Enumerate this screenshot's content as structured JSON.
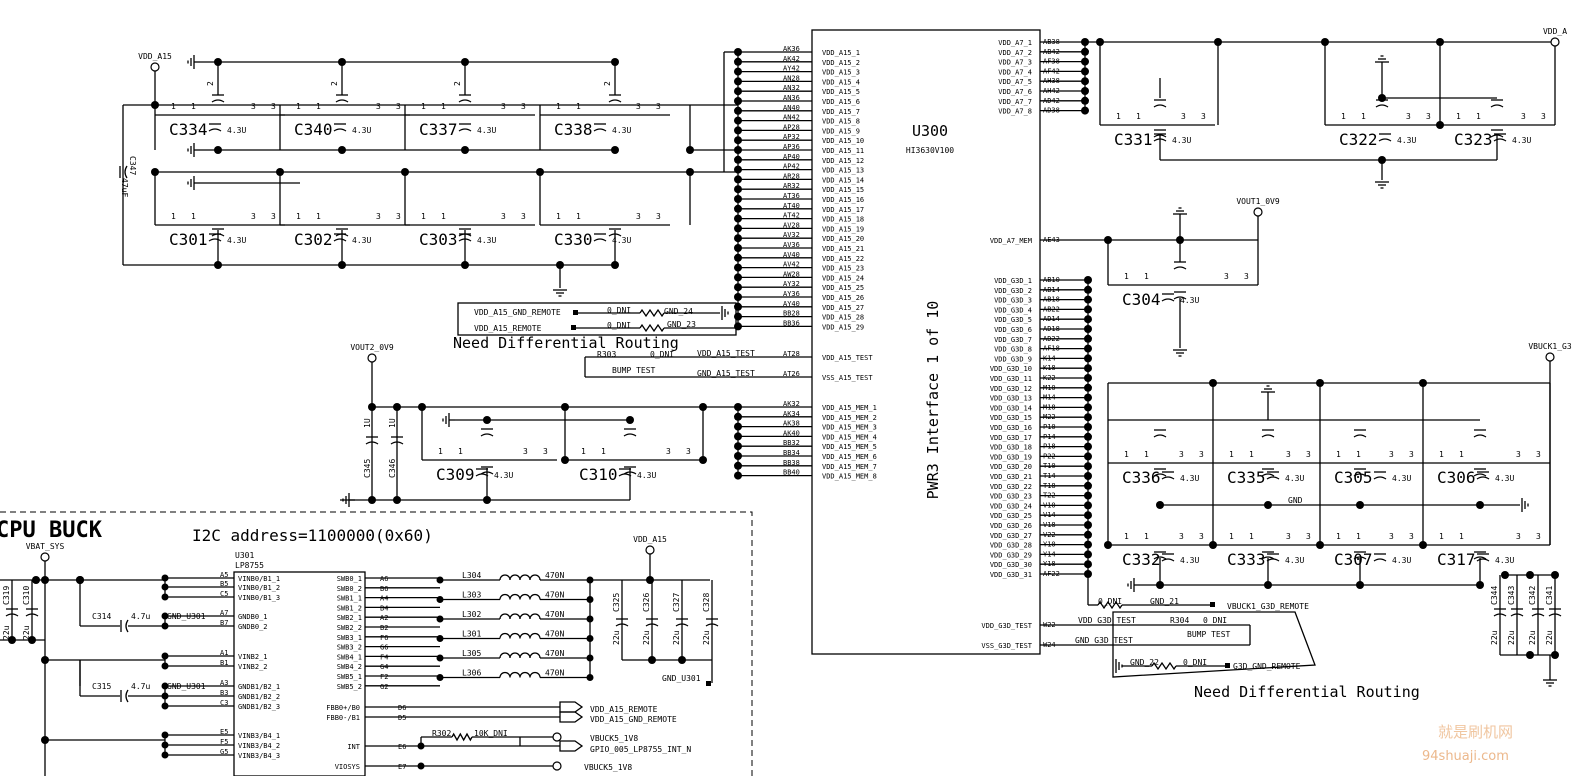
{
  "chip": {
    "name": "U300",
    "part": "HI3630V100",
    "title": "PWR3 Interface 1 of 10",
    "left_pins": [
      {
        "ball": "AK36",
        "net": "VDD_A15_1"
      },
      {
        "ball": "AK42",
        "net": "VDD_A15_2"
      },
      {
        "ball": "AY42",
        "net": "VDD_A15_3"
      },
      {
        "ball": "AN28",
        "net": "VDD_A15_4"
      },
      {
        "ball": "AN32",
        "net": "VDD_A15_5"
      },
      {
        "ball": "AN36",
        "net": "VDD_A15_6"
      },
      {
        "ball": "AN40",
        "net": "VDD_A15_7"
      },
      {
        "ball": "AN42",
        "net": "VDD_A15_8"
      },
      {
        "ball": "AP28",
        "net": "VDD_A15_9"
      },
      {
        "ball": "AP32",
        "net": "VDD_A15_10"
      },
      {
        "ball": "AP36",
        "net": "VDD_A15_11"
      },
      {
        "ball": "AP40",
        "net": "VDD_A15_12"
      },
      {
        "ball": "AP42",
        "net": "VDD_A15_13"
      },
      {
        "ball": "AR28",
        "net": "VDD_A15_14"
      },
      {
        "ball": "AR32",
        "net": "VDD_A15_15"
      },
      {
        "ball": "AT36",
        "net": "VDD_A15_16"
      },
      {
        "ball": "AT40",
        "net": "VDD_A15_17"
      },
      {
        "ball": "AT42",
        "net": "VDD_A15_18"
      },
      {
        "ball": "AV28",
        "net": "VDD_A15_19"
      },
      {
        "ball": "AV32",
        "net": "VDD_A15_20"
      },
      {
        "ball": "AV36",
        "net": "VDD_A15_21"
      },
      {
        "ball": "AV40",
        "net": "VDD_A15_22"
      },
      {
        "ball": "AV42",
        "net": "VDD_A15_23"
      },
      {
        "ball": "AW28",
        "net": "VDD_A15_24"
      },
      {
        "ball": "AY32",
        "net": "VDD_A15_25"
      },
      {
        "ball": "AY36",
        "net": "VDD_A15_26"
      },
      {
        "ball": "AY40",
        "net": "VDD_A15_27"
      },
      {
        "ball": "BB28",
        "net": "VDD_A15_28"
      },
      {
        "ball": "BB36",
        "net": "VDD_A15_29"
      }
    ],
    "test_pins": [
      {
        "ball": "AT28",
        "net": "VDD_A15_TEST"
      },
      {
        "ball": "AT26",
        "net": "VSS_A15_TEST"
      }
    ],
    "mem_pins": [
      {
        "ball": "AK32",
        "net": "VDD_A15_MEM_1"
      },
      {
        "ball": "AK34",
        "net": "VDD_A15_MEM_2"
      },
      {
        "ball": "AK38",
        "net": "VDD_A15_MEM_3"
      },
      {
        "ball": "AK40",
        "net": "VDD_A15_MEM_4"
      },
      {
        "ball": "BB32",
        "net": "VDD_A15_MEM_5"
      },
      {
        "ball": "BB34",
        "net": "VDD_A15_MEM_6"
      },
      {
        "ball": "BB38",
        "net": "VDD_A15_MEM_7"
      },
      {
        "ball": "BB40",
        "net": "VDD_A15_MEM_8"
      }
    ],
    "a7_pins": [
      {
        "ball": "AB38",
        "net": "VDD_A7_1"
      },
      {
        "ball": "AB42",
        "net": "VDD_A7_2"
      },
      {
        "ball": "AF38",
        "net": "VDD_A7_3"
      },
      {
        "ball": "AF42",
        "net": "VDD_A7_4"
      },
      {
        "ball": "AH38",
        "net": "VDD_A7_5"
      },
      {
        "ball": "AH42",
        "net": "VDD_A7_6"
      },
      {
        "ball": "AD42",
        "net": "VDD_A7_7"
      },
      {
        "ball": "AD38",
        "net": "VDD_A7_8"
      }
    ],
    "a7_mem_pin": {
      "ball": "AE43",
      "net": "VDD_A7_MEM"
    },
    "g3d_pins": [
      {
        "ball": "AB10",
        "net": "VDD_G3D_1"
      },
      {
        "ball": "AB14",
        "net": "VDD_G3D_2"
      },
      {
        "ball": "AB18",
        "net": "VDD_G3D_3"
      },
      {
        "ball": "AB22",
        "net": "VDD_G3D_4"
      },
      {
        "ball": "AD14",
        "net": "VDD_G3D_5"
      },
      {
        "ball": "AD18",
        "net": "VDD_G3D_6"
      },
      {
        "ball": "AD22",
        "net": "VDD_G3D_7"
      },
      {
        "ball": "AF18",
        "net": "VDD_G3D_8"
      },
      {
        "ball": "K14",
        "net": "VDD_G3D_9"
      },
      {
        "ball": "K18",
        "net": "VDD_G3D_10"
      },
      {
        "ball": "K22",
        "net": "VDD_G3D_11"
      },
      {
        "ball": "M10",
        "net": "VDD_G3D_12"
      },
      {
        "ball": "M14",
        "net": "VDD_G3D_13"
      },
      {
        "ball": "M18",
        "net": "VDD_G3D_14"
      },
      {
        "ball": "M22",
        "net": "VDD_G3D_15"
      },
      {
        "ball": "P10",
        "net": "VDD_G3D_16"
      },
      {
        "ball": "P14",
        "net": "VDD_G3D_17"
      },
      {
        "ball": "P18",
        "net": "VDD_G3D_18"
      },
      {
        "ball": "P22",
        "net": "VDD_G3D_19"
      },
      {
        "ball": "T10",
        "net": "VDD_G3D_20"
      },
      {
        "ball": "T14",
        "net": "VDD_G3D_21"
      },
      {
        "ball": "T18",
        "net": "VDD_G3D_22"
      },
      {
        "ball": "T22",
        "net": "VDD_G3D_23"
      },
      {
        "ball": "V10",
        "net": "VDD_G3D_24"
      },
      {
        "ball": "V14",
        "net": "VDD_G3D_25"
      },
      {
        "ball": "V18",
        "net": "VDD_G3D_26"
      },
      {
        "ball": "V22",
        "net": "VDD_G3D_27"
      },
      {
        "ball": "Y10",
        "net": "VDD_G3D_28"
      },
      {
        "ball": "Y14",
        "net": "VDD_G3D_29"
      },
      {
        "ball": "Y18",
        "net": "VDD_G3D_30"
      },
      {
        "ball": "AF22",
        "net": "VDD_G3D_31"
      }
    ],
    "g3d_test_pins": [
      {
        "ball": "W22",
        "net": "VDD_G3D_TEST"
      },
      {
        "ball": "W24",
        "net": "VSS_G3D_TEST"
      }
    ]
  },
  "nets": {
    "vdd_a15": "VDD_A15",
    "vout2": "VOUT2_0V9",
    "vout1": "VOUT1_0V9",
    "vbuck1": "VBUCK1_G3",
    "vdd_a7": "VDD_A",
    "vbat_sys": "VBAT_SYS",
    "gnd": "GND",
    "gnd_21": "GND_21",
    "gnd_22": "GND_22",
    "gnd_23": "GND_23",
    "gnd_24": "GND_24",
    "gnd_u301": "GND_U301",
    "vdd_a15_gnd_remote": "VDD_A15_GND_REMOTE",
    "vdd_a15_remote": "VDD_A15_REMOTE",
    "vdd_a15_test": "VDD_A15_TEST",
    "gnd_a15_test": "GND_A15_TEST",
    "bump_test": "BUMP TEST",
    "vdd_g3d_test": "VDD_G3D_TEST",
    "gnd_g3d_test": "GND_G3D_TEST",
    "vbuck1_g3d_remote": "VBUCK1_G3D_REMOTE",
    "g3d_gnd_remote": "G3D_GND_REMOTE",
    "vbuck5": "VBUCK5_1V8",
    "gpio": "GPIO_005_LP8755_INT_N"
  },
  "resistors": {
    "r303": "R303",
    "r304": "R304",
    "r302": "R302",
    "dni": "0_DNI",
    "r302_val": "10K_DNI"
  },
  "caps_a15": {
    "top_row": [
      "C334",
      "C340",
      "C337",
      "C338"
    ],
    "bottom_row": [
      "C301",
      "C302",
      "C303",
      "C330"
    ],
    "value": "4.3U",
    "c347": "C347",
    "c347_val": "47uF"
  },
  "caps_mem": {
    "names": [
      "C309",
      "C310"
    ],
    "value": "4.3U",
    "c345": "C345",
    "c346": "C346",
    "c345_val": "1U",
    "c346_val": "1U"
  },
  "caps_a7": {
    "names": [
      "C331",
      "C322",
      "C323"
    ],
    "value": "4.3U"
  },
  "cap_a7mem": {
    "name": "C304",
    "value": "4.3U"
  },
  "caps_g3d": {
    "top_row": [
      "C336",
      "C335",
      "C305",
      "C306"
    ],
    "bottom_row": [
      "C332",
      "C333",
      "C307",
      "C317"
    ],
    "value": "4.3U",
    "bulk": [
      "C344",
      "C343",
      "C342",
      "C341"
    ],
    "bulk_val": "22u"
  },
  "notes": {
    "diff_routing_1": "Need Differential Routing",
    "diff_routing_2": "Need Differential Routing",
    "cpu_buck": "CPU BUCK",
    "i2c": "I2C address=1100000(0x60)"
  },
  "buck": {
    "ref": "U301",
    "part": "LP8755",
    "left_pins": [
      {
        "name": "VINB0/B1_1",
        "ball": "A5"
      },
      {
        "name": "VINB0/B1_2",
        "ball": "B5"
      },
      {
        "name": "VINB0/B1_3",
        "ball": "C5"
      },
      {
        "name": "GNDB0_1",
        "ball": "A7"
      },
      {
        "name": "GNDB0_2",
        "ball": "B7"
      },
      {
        "name": "VINB2_1",
        "ball": "A1"
      },
      {
        "name": "VINB2_2",
        "ball": "B1"
      },
      {
        "name": "GNDB1/B2_1",
        "ball": "A3"
      },
      {
        "name": "GNDB1/B2_2",
        "ball": "B3"
      },
      {
        "name": "GNDB1/B2_3",
        "ball": "C3"
      },
      {
        "name": "VINB3/B4_1",
        "ball": "E5"
      },
      {
        "name": "VINB3/B4_2",
        "ball": "F5"
      },
      {
        "name": "VINB3/B4_3",
        "ball": "G5"
      }
    ],
    "right_pins": [
      {
        "name": "SWB0_1",
        "ball": "A6"
      },
      {
        "name": "SWB0_2",
        "ball": "B6"
      },
      {
        "name": "SWB1_1",
        "ball": "A4"
      },
      {
        "name": "SWB1_2",
        "ball": "B4"
      },
      {
        "name": "SWB2_1",
        "ball": "A2"
      },
      {
        "name": "SWB2_2",
        "ball": "B2"
      },
      {
        "name": "SWB3_1",
        "ball": "F6"
      },
      {
        "name": "SWB3_2",
        "ball": "G6"
      },
      {
        "name": "SWB4_1",
        "ball": "F4"
      },
      {
        "name": "SWB4_2",
        "ball": "G4"
      },
      {
        "name": "SWB5_1",
        "ball": "F2"
      },
      {
        "name": "SWB5_2",
        "ball": "G2"
      }
    ],
    "fb_pins": [
      {
        "name": "FBB0+/B0",
        "ball": "D6"
      },
      {
        "name": "FBB0-/B1",
        "ball": "D5"
      },
      {
        "name": "INT",
        "ball": "E6"
      },
      {
        "name": "VIOSYS",
        "ball": "E7"
      }
    ],
    "inductors": [
      "L304",
      "L303",
      "L302",
      "L301",
      "L305",
      "L306"
    ],
    "ind_val": "470N",
    "caps_in": [
      {
        "name": "C314",
        "val": "4.7u"
      },
      {
        "name": "C315",
        "val": "4.7u"
      }
    ],
    "caps_out": [
      "C325",
      "C326",
      "C327",
      "C328"
    ],
    "caps_out_val": "22u",
    "caps_vbat": [
      "C319",
      "C310"
    ],
    "caps_vbat_val": "22u"
  },
  "watermark": {
    "line1": "就是刷机网",
    "line2": "94shuaji.com"
  }
}
